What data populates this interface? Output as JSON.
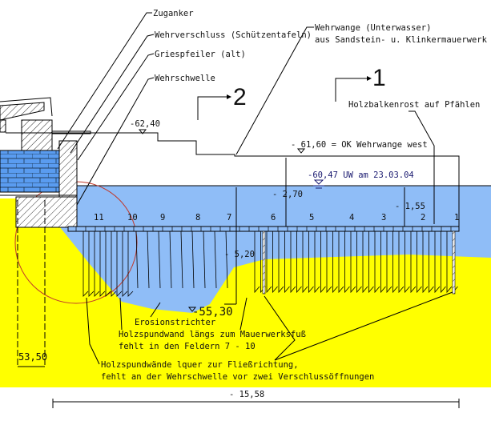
{
  "colors": {
    "water": "#8fbdf7",
    "ground": "#ffff00",
    "masonry": "#5a9cf0",
    "circle": "#c0392b",
    "uw_text": "#1a1a70"
  },
  "labels": {
    "zuganker": "Zuganker",
    "wehrverschluss": "Wehrverschluss (Schützentafeln)",
    "griespfeiler": "Griespfeiler (alt)",
    "wehrschwelle": "Wehrschwelle",
    "wehrwange_1": "Wehrwange (Unterwasser)",
    "wehrwange_2": "aus Sandstein- u. Klinkermauerwerk",
    "holzbalkenrost": "Holzbalkenrost auf Pfählen",
    "erosion": "Erosionstrichter",
    "spundwand_laengs_1": "Holzspundwand längs zum Mauerwerksfuß",
    "spundwand_laengs_2": "fehlt in den Feldern 7 - 10",
    "spundwand_quer_1": "Holzspundwände lquer zur Fließrichtung,",
    "spundwand_quer_2": "fehlt an der Wehrschwelle vor zwei Verschlussöffnungen"
  },
  "sections": {
    "s1": "1",
    "s2": "2"
  },
  "levels": {
    "top": "-62,40",
    "wehrwange": "- 61,60 = OK Wehrwange west",
    "uw": "-60,47 UW am 23.03.04",
    "crater": "-55,30",
    "pile_base": "53,50"
  },
  "dimensions": {
    "d270": "- 2,70",
    "d155": "- 1,55",
    "d520": "- 5,20",
    "total": "- 15,58"
  },
  "fields": [
    "11",
    "10",
    "9",
    "8",
    "7",
    "6",
    "5",
    "4",
    "3",
    "2",
    "1"
  ]
}
